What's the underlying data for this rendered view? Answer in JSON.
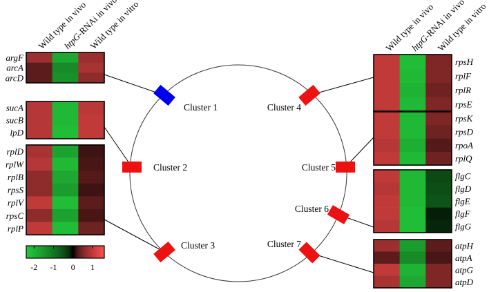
{
  "columns": [
    {
      "parts": [
        {
          "text": "Wild type in vivo",
          "italic": false
        }
      ]
    },
    {
      "parts": [
        {
          "text": "htpG",
          "italic": true
        },
        {
          "text": "-RNAi in vivo",
          "italic": false
        }
      ]
    },
    {
      "parts": [
        {
          "text": "Wild type in vitro",
          "italic": false
        }
      ]
    }
  ],
  "colorbar": {
    "ticks": [
      "-2",
      "-1",
      "0",
      "1"
    ],
    "tick_values": [
      -2,
      -1,
      0,
      1
    ],
    "min": -2.4,
    "max": 1.6,
    "stops": [
      "#22c83a",
      "#000000",
      "#ff4d4d"
    ]
  },
  "clusters": [
    {
      "label": "Cluster 1",
      "color": "#0000ee",
      "genes": [
        "argF",
        "arcA",
        "arcD"
      ],
      "values": [
        [
          0.7,
          -1.8,
          0.7
        ],
        [
          0.3,
          -1.3,
          0.8
        ],
        [
          0.3,
          -1.4,
          0.6
        ]
      ]
    },
    {
      "label": "Cluster 2",
      "color": "#ee1111",
      "genes": [
        "rplD",
        "rplW",
        "rplB",
        "rpsS",
        "rplV",
        "rpsC",
        "rplP"
      ],
      "values": [
        [
          0.8,
          -1.7,
          0.15
        ],
        [
          0.9,
          -2.1,
          0.2
        ],
        [
          0.6,
          -1.8,
          0.25
        ],
        [
          0.6,
          -1.6,
          0.15
        ],
        [
          1.0,
          -2.2,
          0.3
        ],
        [
          0.6,
          -1.7,
          0.2
        ],
        [
          1.0,
          -2.2,
          0.4
        ]
      ]
    },
    {
      "label": "Cluster 3",
      "color": "#ee1111",
      "genes": [
        "sucA",
        "sucB",
        "lpD"
      ],
      "values": [
        [
          0.9,
          -2.1,
          0.95
        ],
        [
          0.9,
          -2.1,
          1.0
        ],
        [
          0.9,
          -2.2,
          1.0
        ]
      ]
    },
    {
      "label": "Cluster 4",
      "color": "#ee1111",
      "genes": [
        "rpsH",
        "rplF",
        "rplR",
        "rpsE"
      ],
      "values": [
        [
          1.0,
          -2.2,
          0.5
        ],
        [
          1.0,
          -2.1,
          0.5
        ],
        [
          1.0,
          -2.0,
          0.4
        ],
        [
          1.0,
          -2.1,
          0.5
        ]
      ]
    },
    {
      "label": "Cluster 5",
      "color": "#ee1111",
      "genes": [
        "rpsK",
        "rpsD",
        "rpoA",
        "rplQ"
      ],
      "values": [
        [
          1.0,
          -2.1,
          0.5
        ],
        [
          1.0,
          -2.1,
          0.4
        ],
        [
          0.9,
          -1.9,
          0.25
        ],
        [
          1.0,
          -2.1,
          0.4
        ]
      ]
    },
    {
      "label": "Cluster 6",
      "color": "#ee1111",
      "genes": [
        "flgC",
        "flgD",
        "flgE",
        "flgF",
        "flgG"
      ],
      "values": [
        [
          1.0,
          -2.1,
          -0.45
        ],
        [
          0.9,
          -2.1,
          -0.5
        ],
        [
          1.0,
          -2.1,
          -0.55
        ],
        [
          1.0,
          -2.2,
          -0.1
        ],
        [
          0.9,
          -2.2,
          -0.15
        ]
      ]
    },
    {
      "label": "Cluster 7",
      "color": "#ee1111",
      "genes": [
        "atpH",
        "atpA",
        "atpG",
        "atpD"
      ],
      "values": [
        [
          0.7,
          -1.6,
          0.3
        ],
        [
          0.3,
          -1.3,
          0.2
        ],
        [
          1.0,
          -2.0,
          0.5
        ],
        [
          0.8,
          -1.8,
          0.5
        ]
      ]
    }
  ]
}
